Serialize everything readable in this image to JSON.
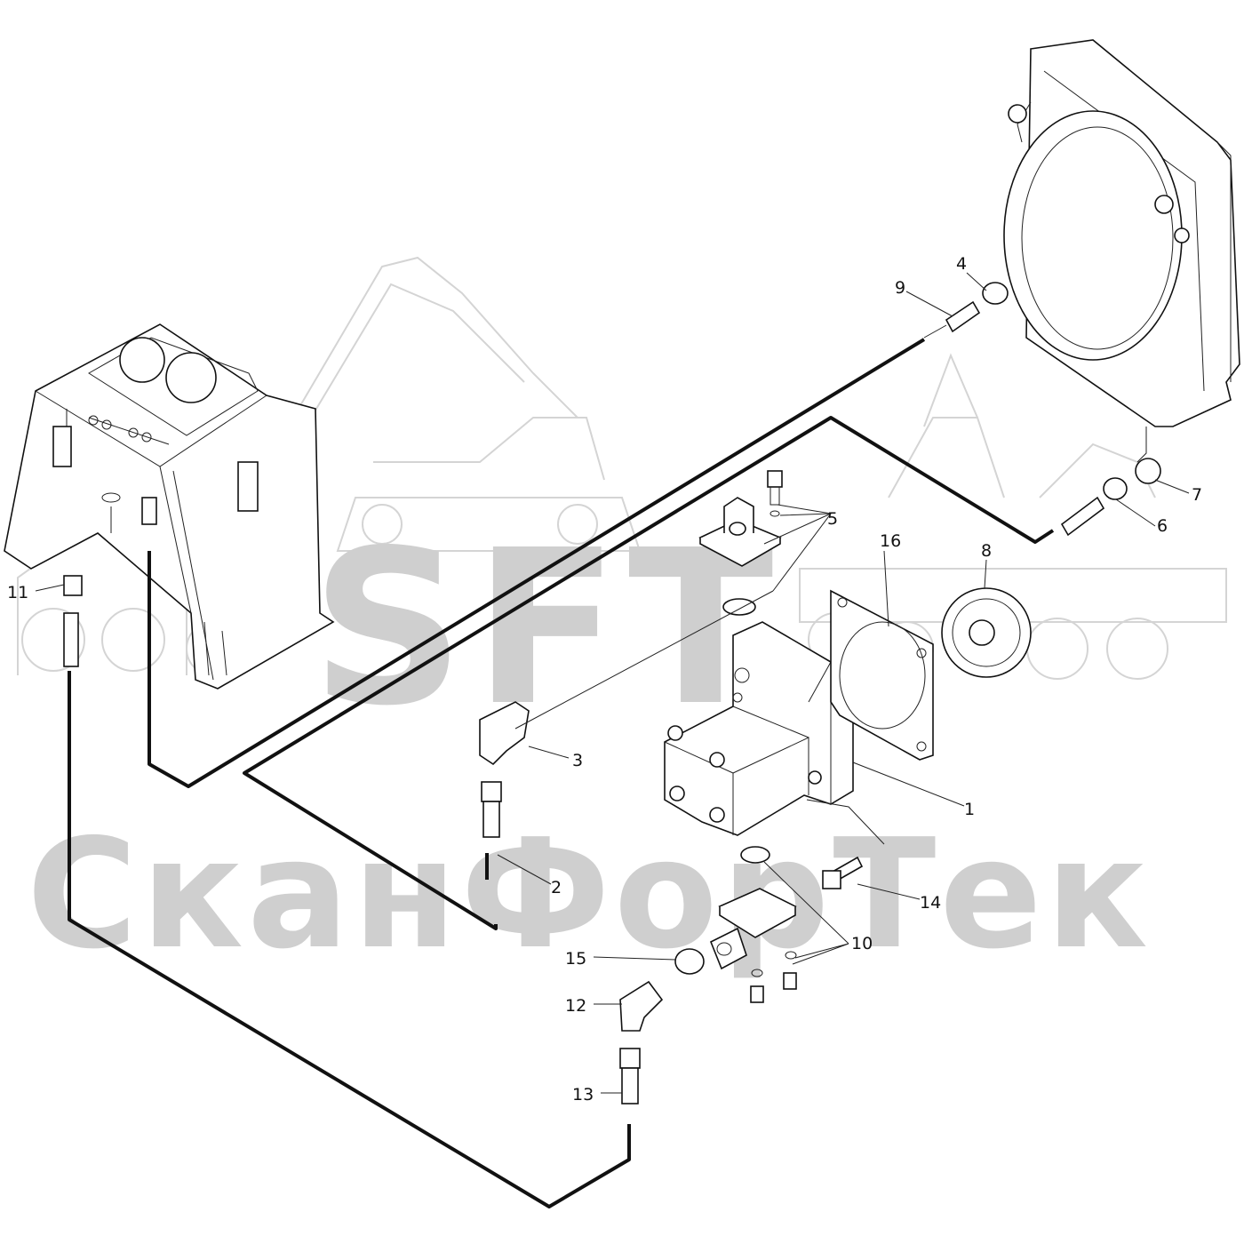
{
  "watermark": {
    "logo_text": "SFT",
    "company_text": "СканФорТек"
  },
  "callouts": [
    {
      "id": "1",
      "label": "1"
    },
    {
      "id": "2",
      "label": "2"
    },
    {
      "id": "3",
      "label": "3"
    },
    {
      "id": "4",
      "label": "4"
    },
    {
      "id": "5",
      "label": "5"
    },
    {
      "id": "6",
      "label": "6"
    },
    {
      "id": "7",
      "label": "7"
    },
    {
      "id": "8",
      "label": "8"
    },
    {
      "id": "9",
      "label": "9"
    },
    {
      "id": "10",
      "label": "10"
    },
    {
      "id": "11",
      "label": "11"
    },
    {
      "id": "12",
      "label": "12"
    },
    {
      "id": "13",
      "label": "13"
    },
    {
      "id": "14",
      "label": "14"
    },
    {
      "id": "15",
      "label": "15"
    },
    {
      "id": "16",
      "label": "16"
    }
  ],
  "colors": {
    "line": "#111111",
    "watermark": "#cfcfcf"
  }
}
